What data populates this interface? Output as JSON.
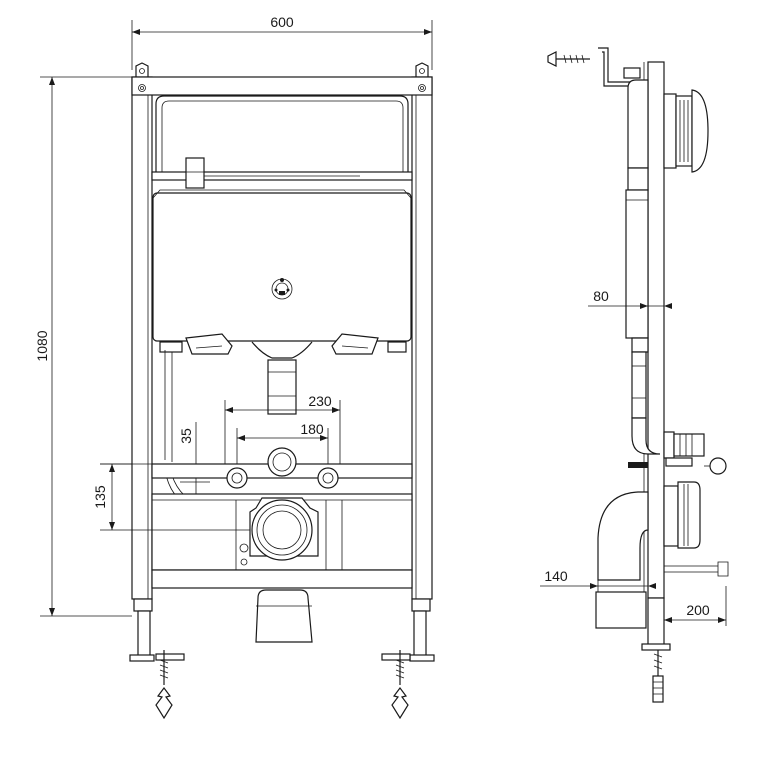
{
  "front_view": {
    "dim_width": "600",
    "dim_height": "1080",
    "dim_outlet_spacing": "230",
    "dim_inlet_spacing": "180",
    "dim_inlet_offset": "35",
    "dim_outlet_height": "135"
  },
  "side_view": {
    "dim_cistern_depth": "80",
    "dim_bend_depth": "140",
    "dim_waste_height": "200"
  },
  "icon_names": [
    "wall-bracket-icon",
    "anchor-bolt-icon",
    "flush-plate-icon",
    "cistern-logo-icon"
  ]
}
